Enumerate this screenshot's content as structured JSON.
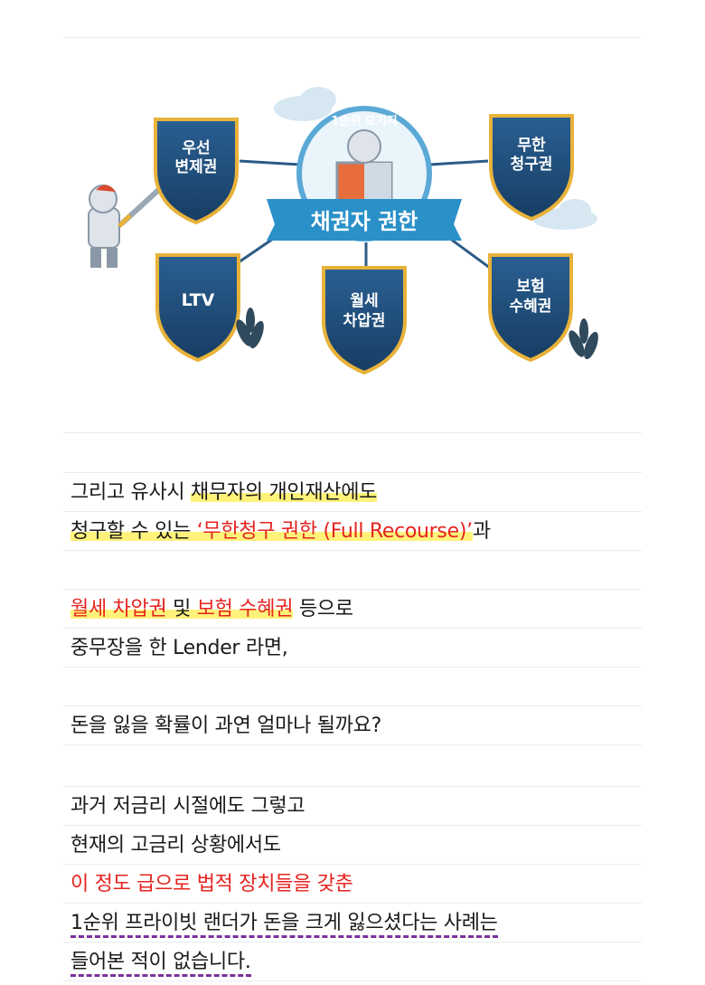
{
  "illustration": {
    "banner_top": "1순위 모기지",
    "banner_main": "채권자 권한",
    "shields": {
      "s1_l1": "우선",
      "s1_l2": "변제권",
      "s2_l1": "무한",
      "s2_l2": "청구권",
      "s3_l1": "LTV",
      "s4_l1": "월세",
      "s4_l2": "차압권",
      "s5_l1": "보험",
      "s5_l2": "수혜권"
    }
  },
  "text": {
    "l1_a": "그리고 유사시 ",
    "l1_b": "채무자의 개인재산에도",
    "l2_a": "청구할 수 있는 ",
    "l2_b": "‘무한청구 권한 (Full Recourse)’",
    "l2_c": "과",
    "l3_a": "월세 차압권",
    "l3_b": " 및 ",
    "l3_c": "보험 수혜권",
    "l3_d": " 등으로",
    "l4": "중무장을 한 Lender 라면,",
    "l5": "돈을 잃을 확률이 과연 얼마나 될까요?",
    "l6": "과거 저금리 시절에도 그렇고",
    "l7": "현재의 고금리 상황에서도",
    "l8": "이 정도 급으로 법적 장치들을 갖춘",
    "l9": "1순위 프라이빗 랜더가 돈을 크게 잃으셨다는 사례는",
    "l10": "들어본 적이 없습니다."
  },
  "colors": {
    "highlight": "#fff27a",
    "red": "#e5231f",
    "dashed_underline": "#7b2fa0",
    "shield": "#1f4e79",
    "shield_border": "#e8b23a"
  }
}
